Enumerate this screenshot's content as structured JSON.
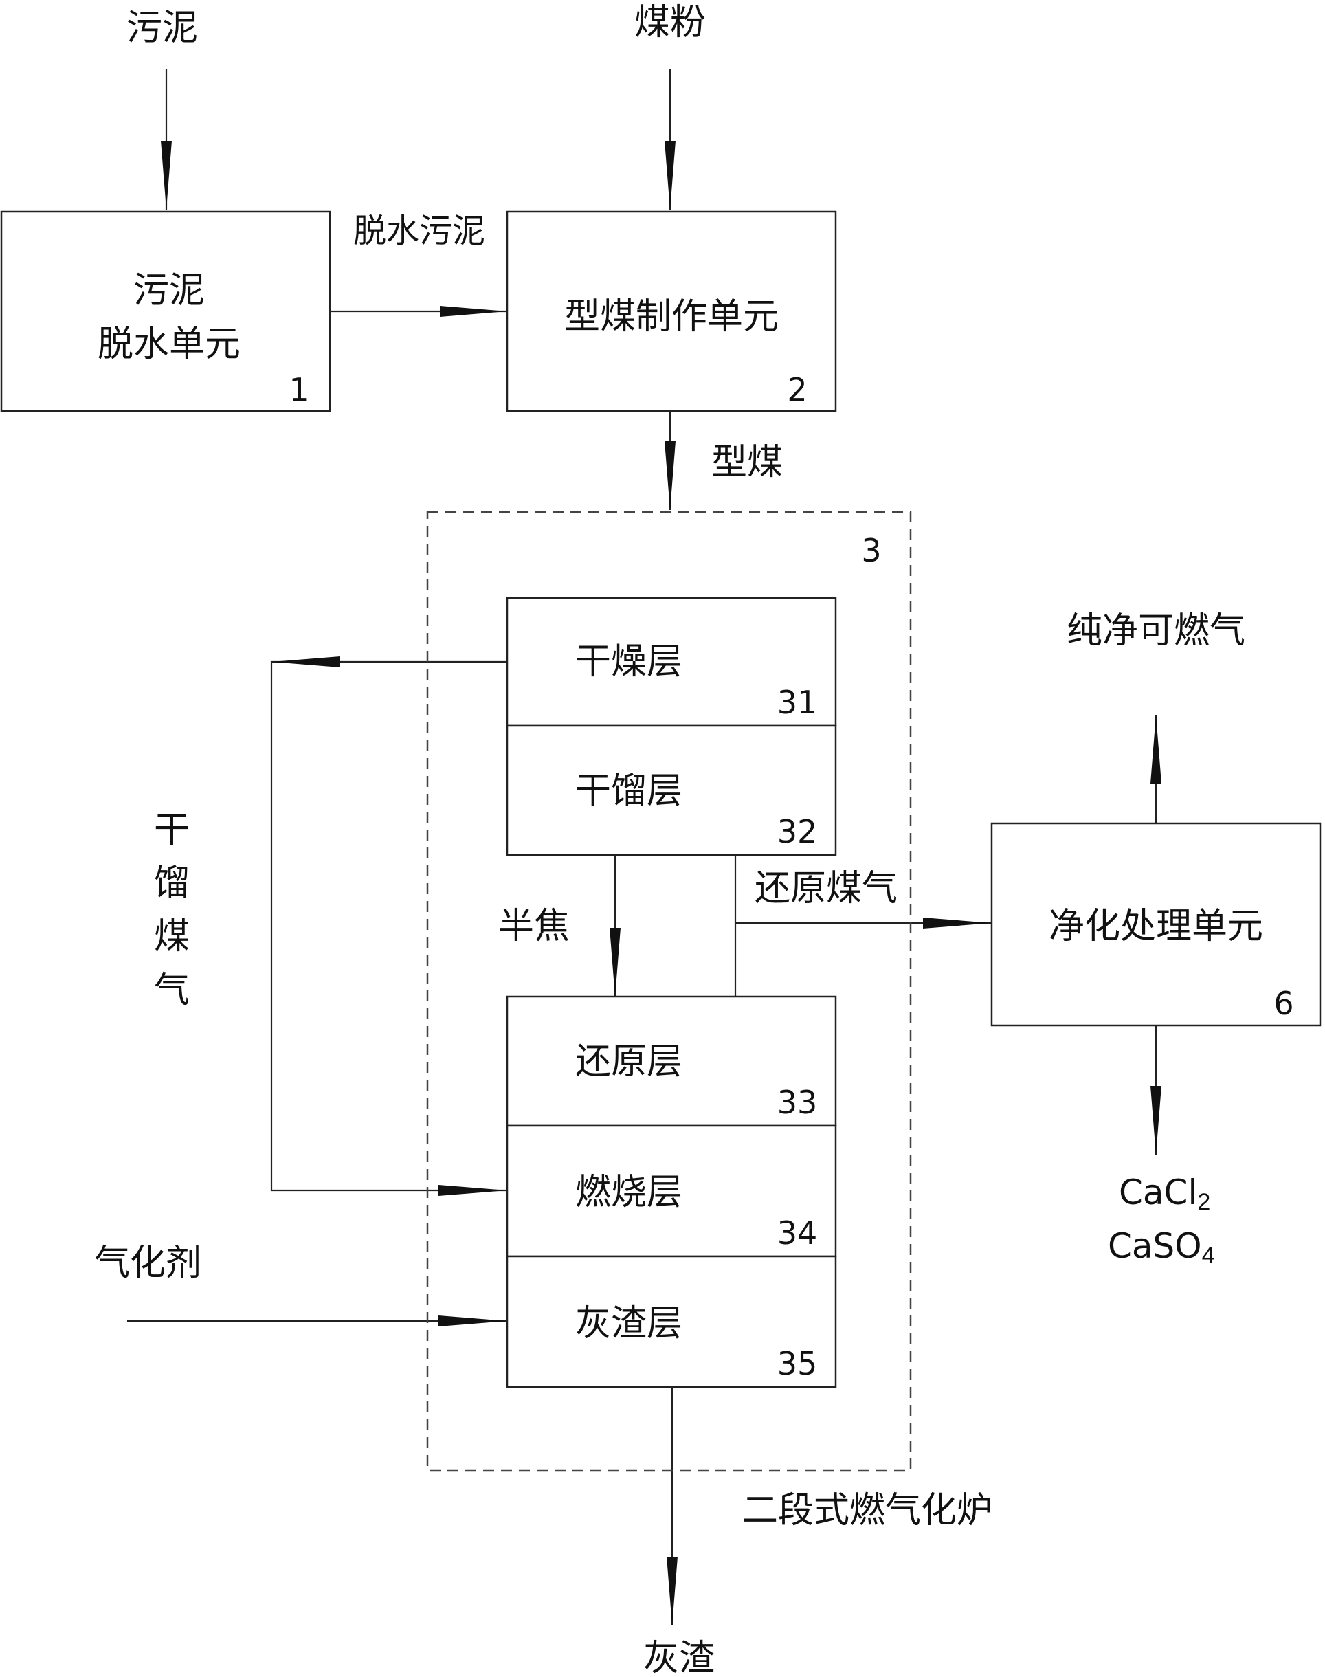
{
  "inputs": {
    "sludge": "污泥",
    "coal_powder": "煤粉",
    "gasifying_agent": "气化剂"
  },
  "units": {
    "dewatering": {
      "line1": "污泥",
      "line2": "脱水单元",
      "number": "1"
    },
    "briquette": {
      "label": "型煤制作单元",
      "number": "2"
    },
    "gasifier": {
      "number": "3",
      "caption": "二段式燃气化炉"
    },
    "purification": {
      "label": "净化处理单元",
      "number": "6"
    }
  },
  "layers": [
    {
      "label": "干燥层",
      "number": "31"
    },
    {
      "label": "干馏层",
      "number": "32"
    },
    {
      "label": "还原层",
      "number": "33"
    },
    {
      "label": "燃烧层",
      "number": "34"
    },
    {
      "label": "灰渣层",
      "number": "35"
    }
  ],
  "flows": {
    "dewatered_sludge": "脱水污泥",
    "briquette_coal": "型煤",
    "semi_coke": "半焦",
    "reducing_gas": "还原煤气",
    "dry_distillation_gas": [
      "干",
      "馏",
      "煤",
      "气"
    ],
    "clean_gas": "纯净可燃气",
    "ash": "灰渣"
  },
  "byproducts": {
    "item1": {
      "base": "CaCl",
      "sub": "2"
    },
    "item2": {
      "base": "CaSO",
      "sub": "4"
    }
  }
}
